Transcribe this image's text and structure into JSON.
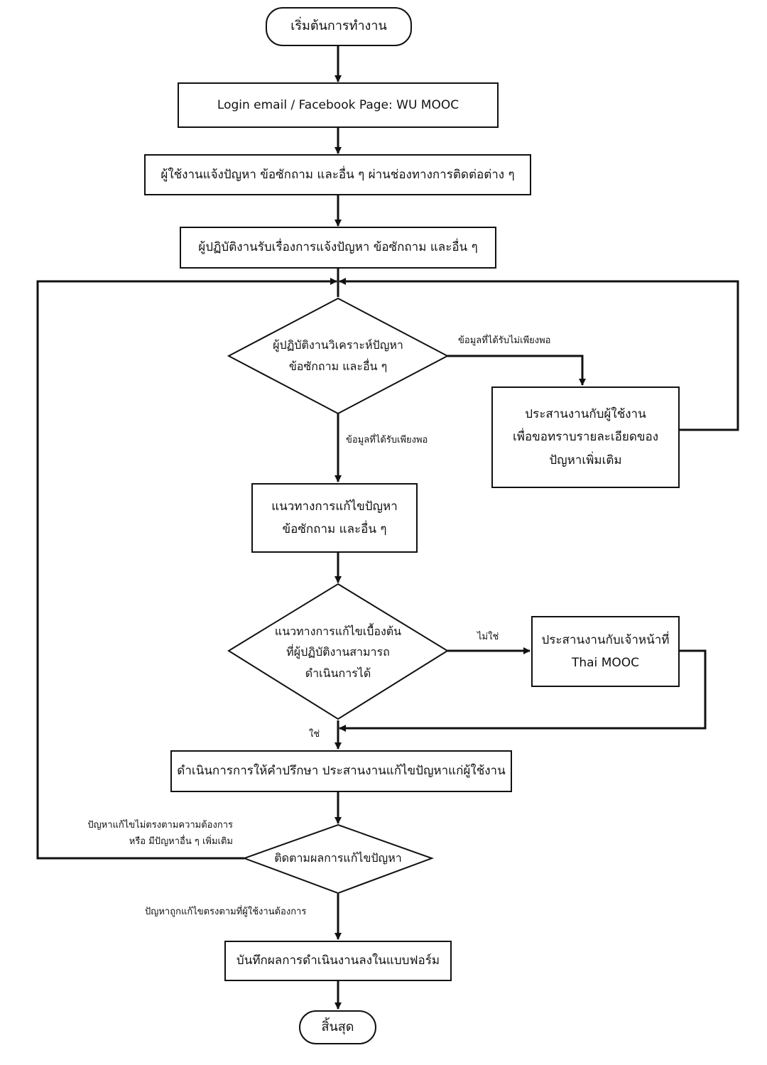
{
  "nodes": {
    "start": "เริ่มต้นการทำงาน",
    "login": "Login email / Facebook Page: WU MOOC",
    "report": "ผู้ใช้งานแจ้งปัญหา ข้อซักถาม และอื่น ๆ ผ่านช่องทางการติดต่อต่าง ๆ",
    "receive": "ผู้ปฏิบัติงานรับเรื่องการแจ้งปัญหา ข้อซักถาม และอื่น ๆ",
    "analyze": [
      "ผู้ปฏิบัติงานวิเคราะห์ปัญหา",
      "ข้อซักถาม และอื่น ๆ"
    ],
    "coordinate_user": [
      "ประสานงานกับผู้ใช้งาน",
      "เพื่อขอทราบรายละเอียดของ",
      "ปัญหาเพิ่มเติม"
    ],
    "solution": [
      "แนวทางการแก้ไขปัญหา",
      "ข้อซักถาม และอื่น ๆ"
    ],
    "initial_check": [
      "แนวทางการแก้ไขเบื้องต้น",
      "ที่ผู้ปฏิบัติงานสามารถ",
      "ดำเนินการได้"
    ],
    "coordinate_staff": [
      "ประสานงานกับเจ้าหน้าที่",
      "Thai MOOC"
    ],
    "consult": "ดำเนินการการให้คำปรึกษา ประสานงานแก้ไขปัญหาแก่ผู้ใช้งาน",
    "follow_up": "ติดตามผลการแก้ไขปัญหา",
    "record": "บันทึกผลการดำเนินงานลงในแบบฟอร์ม",
    "end": "สิ้นสุด"
  },
  "labels": {
    "insufficient": "ข้อมูลที่ได้รับไม่เพียงพอ",
    "sufficient": "ข้อมูลที่ได้รับเพียงพอ",
    "no": "ไม่ใช่",
    "yes": "ใช่",
    "not_resolved": [
      "ปัญหาแก้ไขไม่ตรงตามความต้องการ",
      "หรือ มีปัญหาอื่น ๆ เพิ่มเติม"
    ],
    "resolved": "ปัญหาถูกแก้ไขตรงตามที่ผู้ใช้งานต้องการ"
  }
}
